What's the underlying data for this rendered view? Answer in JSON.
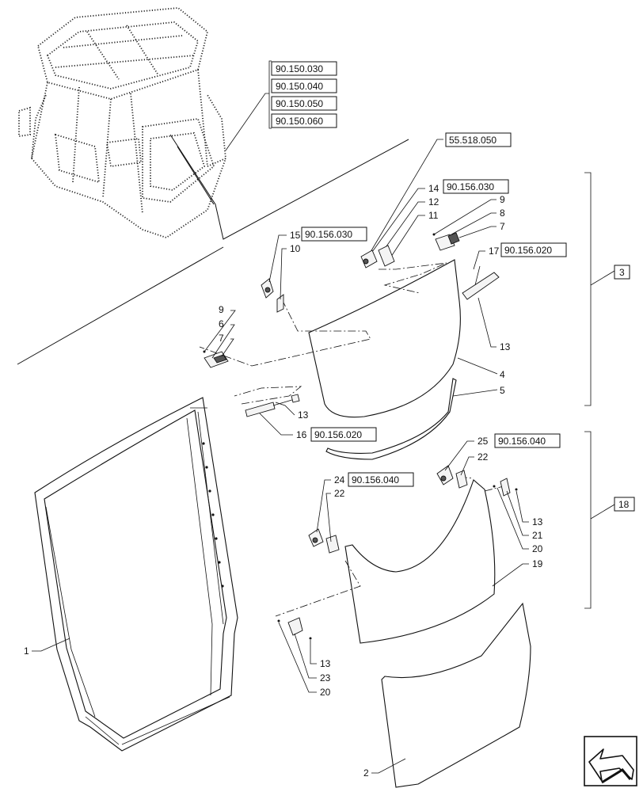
{
  "references": {
    "cab_refs": [
      "90.150.030",
      "90.150.040",
      "90.150.050",
      "90.150.060"
    ],
    "ref_55518050": "55.518.050",
    "ref_14": "90.156.030",
    "ref_15": "90.156.030",
    "ref_17": "90.156.020",
    "ref_16": "90.156.020",
    "ref_25": "90.156.040",
    "ref_24": "90.156.040"
  },
  "group_labels": {
    "upper": "3",
    "lower": "18"
  },
  "callouts": {
    "c1": "1",
    "c2": "2",
    "c4": "4",
    "c5": "5",
    "c6": "6",
    "c7a": "7",
    "c7b": "7",
    "c8": "8",
    "c9a": "9",
    "c9b": "9",
    "c10": "10",
    "c11": "11",
    "c12": "12",
    "c13a": "13",
    "c13b": "13",
    "c13c": "13",
    "c13d": "13",
    "c14": "14",
    "c15": "15",
    "c16": "16",
    "c17": "17",
    "c19": "19",
    "c20a": "20",
    "c20b": "20",
    "c21": "21",
    "c22a": "22",
    "c22b": "22",
    "c23": "23",
    "c24": "24",
    "c25": "25"
  },
  "icons": {
    "nav": "next-page-arrow-icon"
  }
}
